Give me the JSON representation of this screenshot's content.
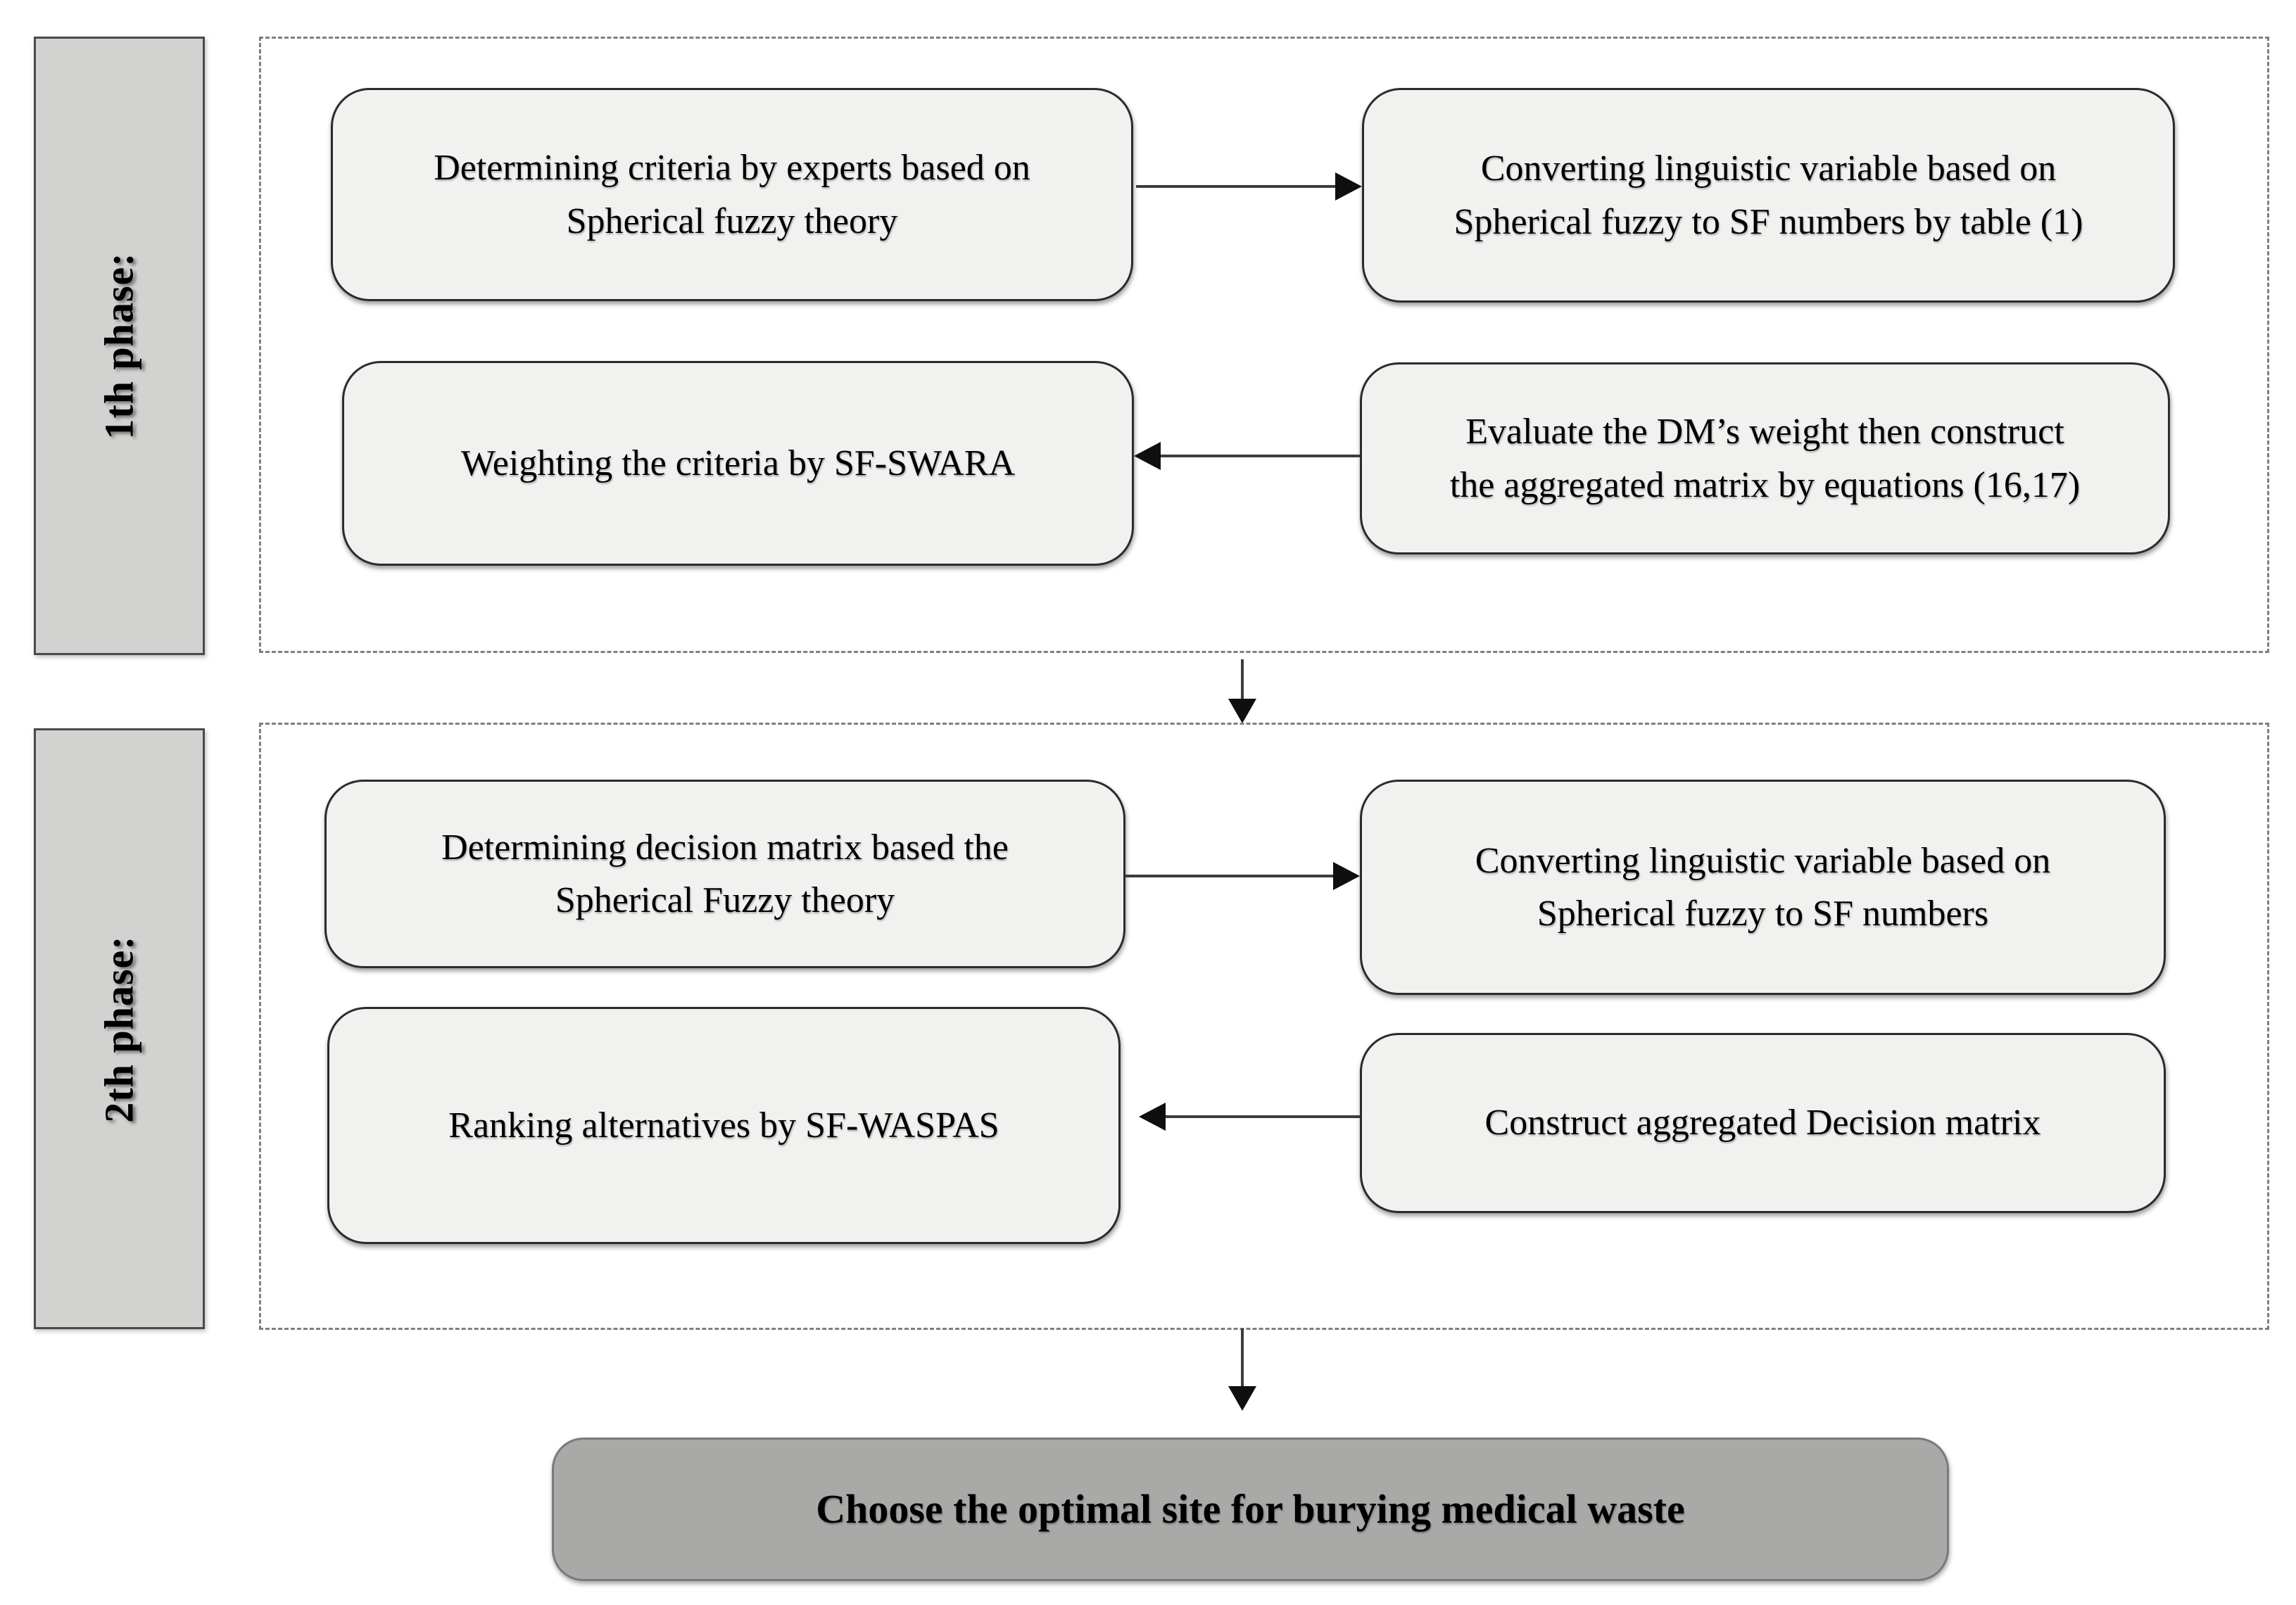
{
  "phases": [
    {
      "label": "1th phase:",
      "boxes": [
        {
          "text": "Determining criteria by experts based on\nSpherical fuzzy theory"
        },
        {
          "text": "Converting linguistic variable based on\nSpherical fuzzy to SF numbers by table (1)"
        },
        {
          "text": "Weighting the criteria by SF-SWARA"
        },
        {
          "text": "Evaluate the DM’s weight then construct\nthe aggregated matrix by equations (16,17)"
        }
      ]
    },
    {
      "label": "2th phase:",
      "boxes": [
        {
          "text": "Determining decision matrix based the\nSpherical Fuzzy theory"
        },
        {
          "text": "Converting linguistic variable based on\nSpherical fuzzy to SF numbers"
        },
        {
          "text": "Ranking alternatives by SF-WASPAS"
        },
        {
          "text": "Construct aggregated Decision matrix"
        }
      ]
    }
  ],
  "final_box": "Choose the optimal site for burying medical waste",
  "colors": {
    "background": "#ffffff",
    "box_fill": "#f1f1f0",
    "box_border": "#2b2b2b",
    "phase_bar_fill": "#d2d2d1",
    "phase_bar_border": "#4a4a4a",
    "dashed_border": "#7f7f7f",
    "final_box_fill": "#a9a9a8",
    "final_box_border": "#7a7a7a",
    "arrow": "#0f0f0f"
  }
}
